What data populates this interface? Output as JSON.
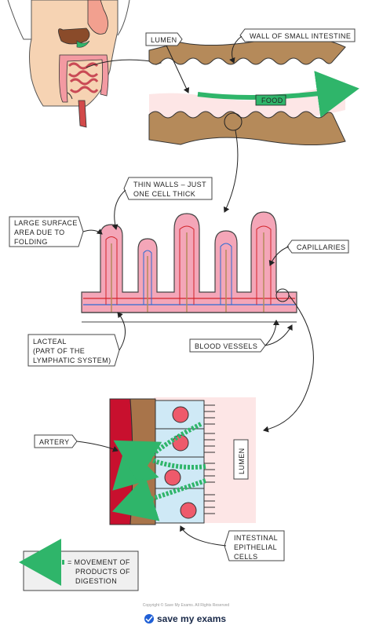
{
  "labels": {
    "lumen_top": "LUMEN",
    "wall": "WALL OF SMALL INTESTINE",
    "food": "FOOD",
    "thin_walls_1": "THIN WALLS – JUST",
    "thin_walls_2": "ONE CELL THICK",
    "surface_1": "LARGE SURFACE",
    "surface_2": "AREA DUE TO",
    "surface_3": "FOLDING",
    "capillaries": "CAPILLARIES",
    "lacteal_1": "LACTEAL",
    "lacteal_2": "(PART OF THE",
    "lacteal_3": "LYMPHATIC SYSTEM)",
    "blood_vessels": "BLOOD VESSELS",
    "artery": "ARTERY",
    "lumen_side": "LUMEN",
    "epithelial_1": "INTESTINAL",
    "epithelial_2": "EPITHELIAL",
    "epithelial_3": "CELLS"
  },
  "legend": {
    "line1": "= MOVEMENT OF",
    "line2": "PRODUCTS OF",
    "line3": "DIGESTION"
  },
  "footer": {
    "copyright": "Copyright © Save My Exams. All Rights Reserved",
    "brand": "save my exams"
  },
  "colors": {
    "wall_brown": "#b58a5a",
    "inner_pink": "#fde6e6",
    "villus_pink": "#f4a6b8",
    "food_green": "#2fb56a",
    "capillary_red": "#d2232a",
    "lacteal_blue": "#2d6bd3",
    "cell_blue": "#cfe9f6",
    "artery_red": "#c8102e"
  }
}
